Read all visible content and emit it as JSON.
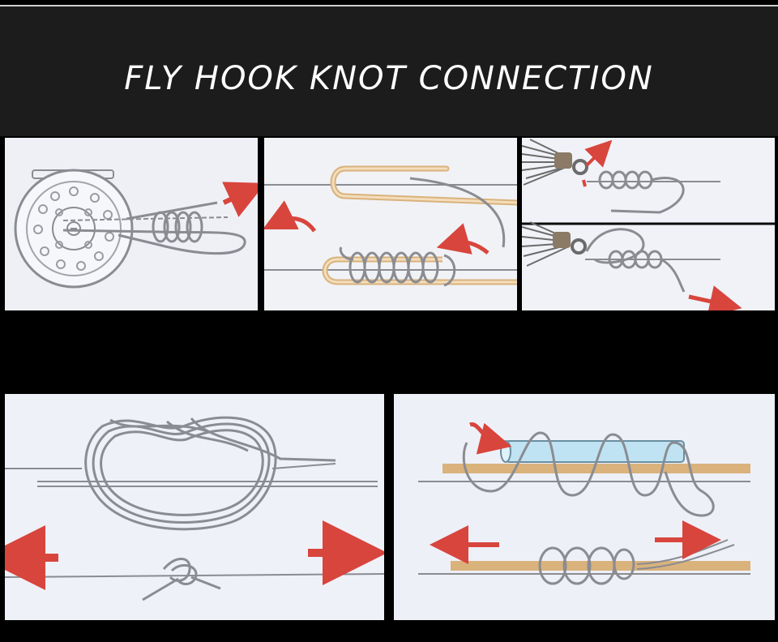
{
  "page": {
    "title": "FLY HOOK KNOT CONNECTION",
    "colors": {
      "background": "#000000",
      "header": "#1c1c1c",
      "panel": "#eef0f6",
      "line": "#7c7f86",
      "backing": "#d9b27c",
      "arrow": "#d8453d",
      "hook": "#6b6b6b",
      "dowel": "#bfe3f3"
    },
    "panels": [
      {
        "id": "reel-backing-step",
        "icon": "fly-reel-icon"
      },
      {
        "id": "backing-to-flyline-step",
        "icon": "knot-wraps-icon"
      },
      {
        "id": "fly-hook-tie-steps",
        "icon": "fly-hook-icon"
      },
      {
        "id": "double-overhand-join-step",
        "icon": "overhand-knot-icon"
      },
      {
        "id": "nail-knot-step",
        "icon": "nail-knot-icon"
      }
    ]
  }
}
